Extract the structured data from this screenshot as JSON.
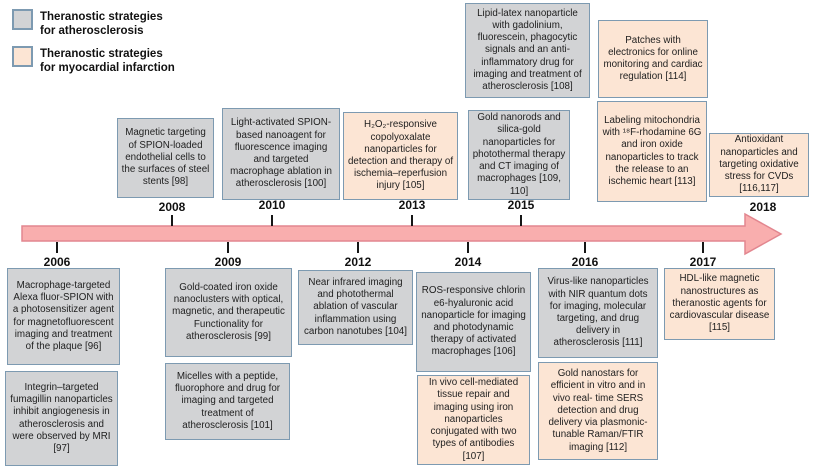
{
  "legend": {
    "items": [
      {
        "label": "Theranostic strategies\nfor atherosclerosis",
        "color": "#d2d3d5"
      },
      {
        "label": "Theranostic strategies\nfor myocardial infarction",
        "color": "#fce5d4"
      }
    ]
  },
  "colors": {
    "atherosclerosis_fill": "#d2d3d5",
    "myocardial_fill": "#fce5d4",
    "box_border": "#7d9ab1",
    "arrow_fill": "#f9aeae",
    "arrow_border": "#e2868f",
    "text": "#1e1e1e"
  },
  "timeline": {
    "above": [
      "2008",
      "2010",
      "2013",
      "2015",
      "2018"
    ],
    "below": [
      "2006",
      "2009",
      "2012",
      "2014",
      "2016",
      "2017"
    ]
  },
  "boxes": {
    "b98": {
      "year": "2008",
      "category": "atherosclerosis",
      "text": "Magnetic targeting of SPION-loaded endothelial cells to the surfaces of steel stents [98]"
    },
    "b100": {
      "year": "2010",
      "category": "atherosclerosis",
      "text": "Light-activated SPION-based nanoagent  for fluorescence imaging and targeted macrophage ablation in atherosclerosis [100]"
    },
    "b105": {
      "year": "2013",
      "category": "myocardial",
      "text": "H₂O₂-responsive copolyoxalate nanoparticles for detection and therapy of ischemia–reperfusion injury [105]"
    },
    "b108": {
      "year": "2015",
      "category": "atherosclerosis",
      "text": "Lipid-latex nanoparticle with gadolinium, fluorescein, phagocytic signals and an anti-inflammatory drug for imaging and treatment of atherosclerosis [108]"
    },
    "b109": {
      "year": "2015",
      "category": "atherosclerosis",
      "text": "Gold nanorods and silica-gold nanoparticles for photothermal therapy and CT imaging of macrophages [109, 110]"
    },
    "b114": {
      "year": "2018",
      "category": "myocardial",
      "text": "Patches with electronics for online monitoring and cardiac regulation [114]"
    },
    "b113": {
      "year": "2018",
      "category": "myocardial",
      "text": "Labeling mitochondria with ¹⁸F-rhodamine 6G and iron oxide nanoparticles to track the release to an ischemic heart [113]"
    },
    "b116": {
      "year": "2018",
      "category": "myocardial",
      "text": "Antioxidant nanoparticles and targeting oxidative stress for CVDs [116,117]"
    },
    "b96": {
      "year": "2006",
      "category": "atherosclerosis",
      "text": "Macrophage-targeted Alexa fluor-SPION with a photosensitizer agent for magnetofluorescent imaging and treatment of the plaque [96]"
    },
    "b97": {
      "year": "2006",
      "category": "atherosclerosis",
      "text": "Integrin–targeted fumagillin nanoparticles inhibit angiogenesis in atherosclerosis and were observed by MRI [97]"
    },
    "b99": {
      "year": "2009",
      "category": "atherosclerosis",
      "text": "Gold-coated iron oxide nanoclusters with optical, magnetic, and therapeutic Functionality for atherosclerosis  [99]"
    },
    "b101": {
      "year": "2009",
      "category": "atherosclerosis",
      "text": "Micelles with a peptide, fluorophore and drug for imaging and targeted treatment of atherosclerosis [101]"
    },
    "b104": {
      "year": "2012",
      "category": "atherosclerosis",
      "text": "Near infrared imaging and photothermal ablation of vascular inflammation using carbon nanotubes [104]"
    },
    "b106": {
      "year": "2014",
      "category": "atherosclerosis",
      "text": "ROS-responsive chlorin e6-hyaluronic acid nanoparticle for imaging and photodynamic therapy of activated macrophages [106]"
    },
    "b107": {
      "year": "2014",
      "category": "myocardial",
      "text": "In vivo cell-mediated tissue repair and imaging using iron nanoparticles conjugated with two types of antibodies [107]"
    },
    "b111": {
      "year": "2016",
      "category": "atherosclerosis",
      "text": "Virus-like nanoparticles with NIR quantum dots for imaging, molecular targeting, and drug delivery  in atherosclerosis [111]"
    },
    "b112": {
      "year": "2016",
      "category": "myocardial",
      "text": "Gold nanostars for efficient in vitro and in vivo real- time SERS detection and drug delivery via plasmonic- tunable Raman/FTIR imaging [112]"
    },
    "b115": {
      "year": "2017",
      "category": "myocardial",
      "text": "HDL-like magnetic nanostructures as theranostic agents for cardiovascular disease [115]"
    }
  }
}
